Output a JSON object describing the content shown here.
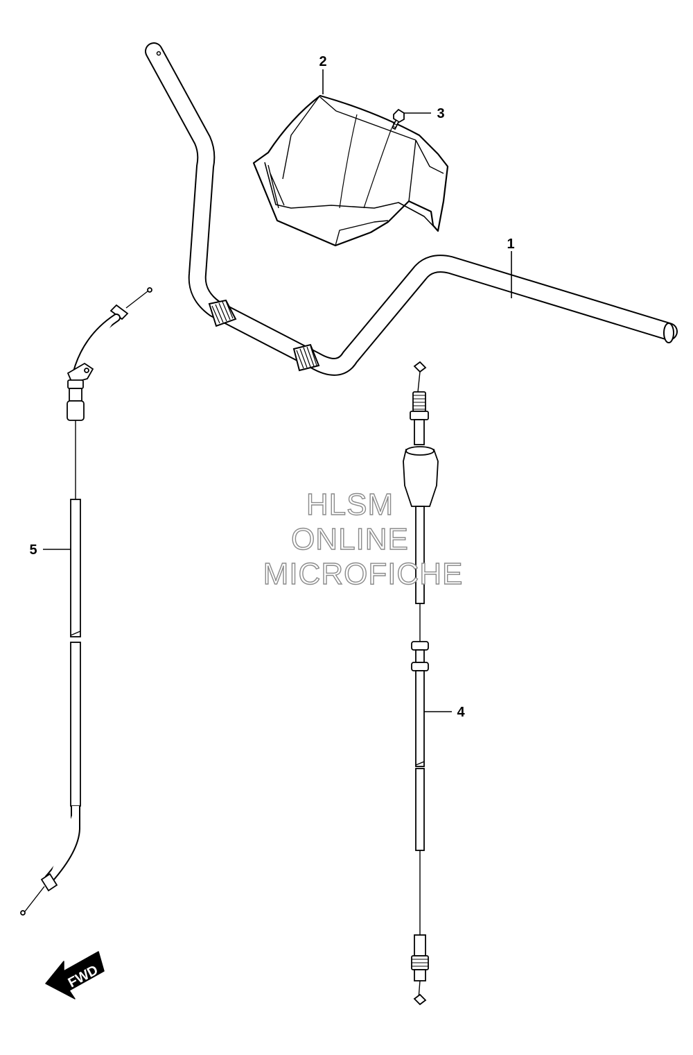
{
  "callouts": {
    "part1": "1",
    "part2": "2",
    "part3": "3",
    "part4": "4",
    "part5": "5"
  },
  "watermark": {
    "line1": "HLSM",
    "line2": "ONLINE",
    "line3": "MICROFICHE"
  },
  "direction_arrow": {
    "label": "FWD"
  },
  "colors": {
    "line": "#000000",
    "background": "#ffffff",
    "watermark_outline": "#8a8a8a"
  }
}
